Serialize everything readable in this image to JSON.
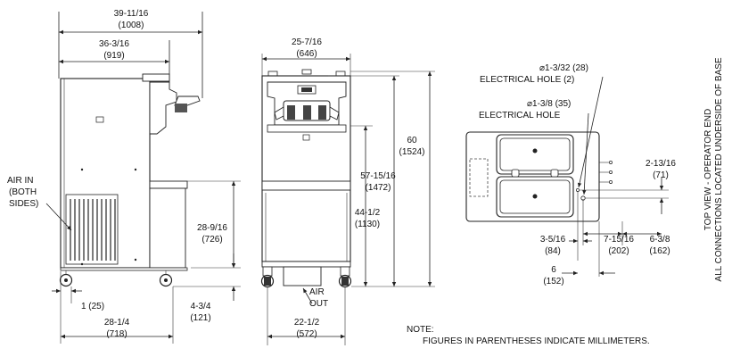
{
  "side_view": {
    "overall_width": {
      "in": "39-11/16",
      "mm": "(1008)"
    },
    "body_width": {
      "in": "36-3/16",
      "mm": "(919)"
    },
    "air_in": [
      "AIR IN",
      "(BOTH",
      "SIDES)"
    ],
    "height": {
      "in": "28-9/16",
      "mm": "(726)"
    },
    "floor_clearance": {
      "in": "4-3/4",
      "mm": "(121)"
    },
    "caster_offset": "1 (25)",
    "base_depth": {
      "in": "28-1/4",
      "mm": "(718)"
    }
  },
  "front_view": {
    "width": {
      "in": "25-7/16",
      "mm": "(646)"
    },
    "total_height": {
      "in": "60",
      "mm": "(1524)"
    },
    "spout_height": {
      "in": "57-15/16",
      "mm": "(1472)"
    },
    "drip_height": {
      "in": "44-1/2",
      "mm": "(1130)"
    },
    "air_out": [
      "AIR",
      "OUT"
    ],
    "base_width": {
      "in": "22-1/2",
      "mm": "(572)"
    }
  },
  "top_view": {
    "hole_2": [
      "⌀1-3/32 (28)",
      "ELECTRICAL HOLE (2)"
    ],
    "hole_1": [
      "⌀1-3/8 (35)",
      "ELECTRICAL HOLE"
    ],
    "side_offset": {
      "in": "2-13/16",
      "mm": "(71)"
    },
    "d1": {
      "in": "3-5/16",
      "mm": "(84)"
    },
    "d2": {
      "in": "7-15/16",
      "mm": "(202)"
    },
    "d3": {
      "in": "6-3/8",
      "mm": "(162)"
    },
    "d4": {
      "in": "6",
      "mm": "(152)"
    },
    "caption": [
      "TOP VIEW - OPERATOR END",
      "ALL CONNECTIONS LOCATED UNDERSIDE OF BASE"
    ]
  },
  "note": {
    "heading": "NOTE:",
    "text": "FIGURES IN PARENTHESES INDICATE MILLIMETERS."
  }
}
